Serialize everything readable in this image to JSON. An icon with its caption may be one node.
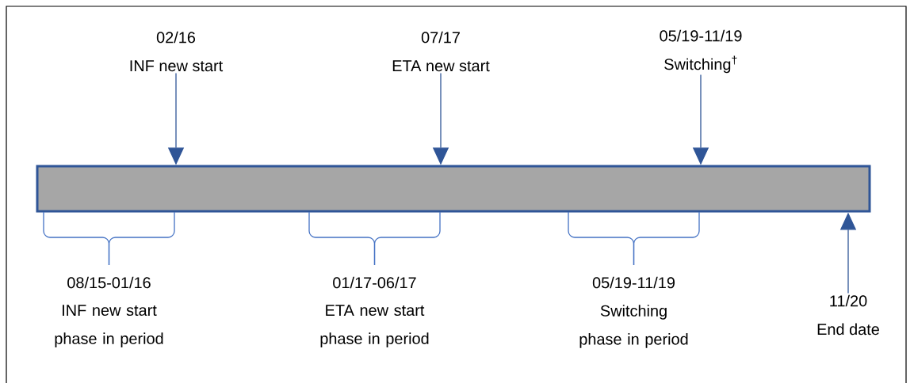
{
  "diagram": {
    "nodes": [
      {
        "text": [],
        "shape": "bar"
      },
      {
        "text": [
          "02/16",
          "INF new start"
        ]
      },
      {
        "text": [
          "07/17",
          "ETA new start"
        ]
      },
      {
        "text": [
          "05/19-11/19",
          "Switching$^{†}$"
        ]
      },
      {
        "text": [
          "11/20",
          "End date"
        ]
      }
    ],
    "edges": [
      {
        "from": 1,
        "to": 0,
        "arrow": "to"
      },
      {
        "from": 2,
        "to": 0,
        "arrow": "to"
      },
      {
        "from": 3,
        "to": 0,
        "arrow": "to"
      },
      {
        "from": 4,
        "to": 0,
        "arrow": "to"
      }
    ],
    "labels": [
      "08/15-01/16",
      "INF new start phase in period",
      "01/17-06/17",
      "ETA new start phase in period",
      "05/19-11/19",
      "Switching phase in period"
    ]
  }
}
